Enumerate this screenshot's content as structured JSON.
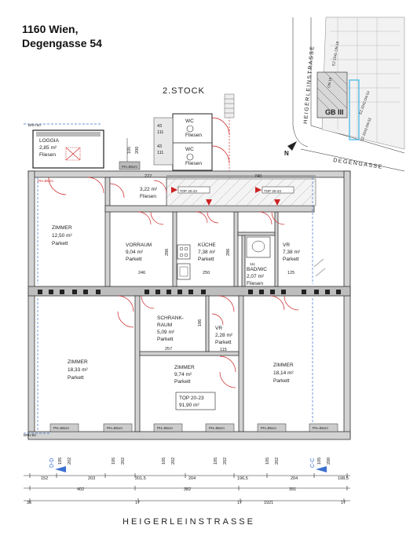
{
  "address": {
    "line1": "1160 Wien,",
    "line2": "Degengasse 54"
  },
  "floor_label": "2.STOCK",
  "street_bottom": "HEIGERLEINSTRASSE",
  "site_map": {
    "street_vertical": "HEIGERLEINSTRASSE",
    "street_bottom": "DEGENGASSE",
    "labels": [
      "EZ 2241 ON 18",
      "EZ 2242 ON 54",
      "EZ 2243 ON 52",
      "GB III",
      "ON 18"
    ],
    "north": "N"
  },
  "rooms": [
    {
      "name": "LOGGIA",
      "area": "2,85 m²",
      "floor": "Fliesen"
    },
    {
      "name": "WC",
      "area": "",
      "floor": "Fliesen"
    },
    {
      "name": "WC",
      "area": "",
      "floor": "Fliesen"
    },
    {
      "name": "",
      "area": "3,22 m²",
      "floor": "Fliesen"
    },
    {
      "name": "ZIMMER",
      "area": "12,50 m²",
      "floor": "Parkett"
    },
    {
      "name": "VORRAUM",
      "area": "9,04 m²",
      "floor": "Parkett"
    },
    {
      "name": "KÜCHE",
      "area": "7,38 m²",
      "floor": "Parkett"
    },
    {
      "name": "VR",
      "area": "7,38 m²",
      "floor": "Parkett"
    },
    {
      "name": "BAD/WC",
      "area": "2,07 m²",
      "floor": "Fliesen"
    },
    {
      "name": "ZIMMER",
      "area": "18,33 m²",
      "floor": "Parkett"
    },
    {
      "name": "SCHRANK-",
      "area": "5,09 m²",
      "floor": "Parkett"
    },
    {
      "name": "RAUM",
      "area": "",
      "floor": ""
    },
    {
      "name": "VR",
      "area": "2,28 m²",
      "floor": "Parkett"
    },
    {
      "name": "ZIMMER",
      "area": "9,74 m²",
      "floor": "Parkett"
    },
    {
      "name": "ZIMMER",
      "area": "18,14 m²",
      "floor": "Parkett"
    }
  ],
  "top_labels": [
    "TOP 20-23",
    "TOP 20-23"
  ],
  "total": {
    "label": "TOP 20-23",
    "area": "91,90 m²"
  },
  "ph_labels": [
    "PH=85cm",
    "PH=85cm",
    "PH=85cm",
    "PH=85cm",
    "PH=85cm",
    "PH=85cm",
    "PH=85cm"
  ],
  "section_labels": [
    "D-D",
    "C-C"
  ],
  "brh_labels": [
    "BRH:50",
    "BRH:50",
    "PH=85cm"
  ],
  "dims_inner": [
    "246",
    "250",
    "125",
    "257",
    "115",
    "222",
    "740",
    "286",
    "286",
    "43",
    "111",
    "43",
    "111",
    "105",
    "200",
    "186",
    "114",
    "111"
  ],
  "dims_row1": [
    "152",
    "203",
    "201,5",
    "204",
    "196,5",
    "204",
    "198,5"
  ],
  "dims_row2": [
    "402",
    "382",
    "391"
  ],
  "dims_row3": [
    "36",
    "17",
    "17",
    "1921",
    "17"
  ],
  "window_dims": [
    "105",
    "202",
    "105",
    "202",
    "105",
    "202",
    "105",
    "202",
    "105",
    "202",
    "105",
    "200"
  ]
}
